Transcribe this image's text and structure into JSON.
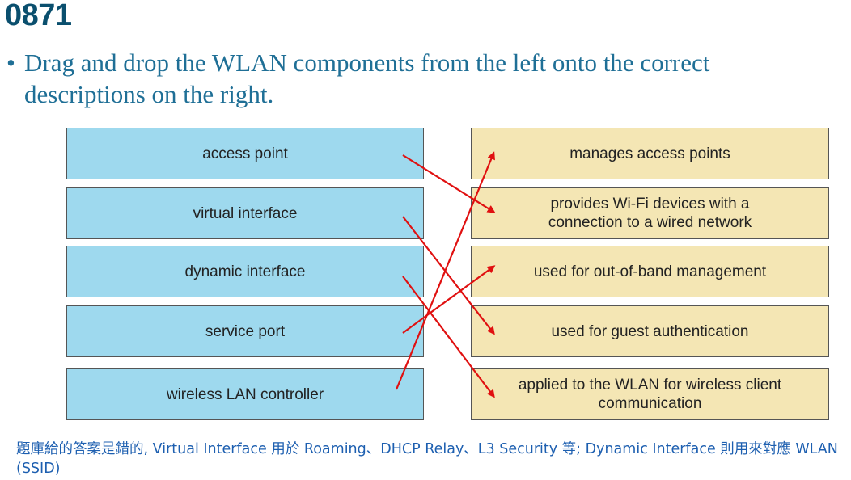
{
  "title": "0871",
  "instruction": {
    "bullet": "•",
    "text": "Drag and drop the WLAN components from the left onto the correct descriptions on the right."
  },
  "components": [
    {
      "label": "access point"
    },
    {
      "label": "virtual interface"
    },
    {
      "label": "dynamic interface"
    },
    {
      "label": "service port"
    },
    {
      "label": "wireless LAN controller"
    }
  ],
  "descriptions": [
    {
      "label": "manages access points"
    },
    {
      "label": "provides Wi-Fi devices with a connection to a wired network"
    },
    {
      "label": "used for out-of-band management"
    },
    {
      "label": "used for guest authentication"
    },
    {
      "label": "applied to the WLAN for wireless client communication"
    }
  ],
  "mappings": [
    {
      "from": "access point",
      "to": "provides Wi-Fi devices with a connection to a wired network"
    },
    {
      "from": "virtual interface",
      "to": "used for guest authentication"
    },
    {
      "from": "dynamic interface",
      "to": "applied to the WLAN for wireless client communication"
    },
    {
      "from": "service port",
      "to": "used for out-of-band management"
    },
    {
      "from": "wireless LAN controller",
      "to": "manages access points"
    }
  ],
  "note": "題庫給的答案是錯的, Virtual Interface 用於 Roaming、DHCP Relay、L3 Security 等; Dynamic Interface 則用來對應 WLAN (SSID)",
  "colors": {
    "title": "#0a4f6e",
    "instruction": "#1f6f96",
    "component_box": "#9ed9ee",
    "description_box": "#f4e6b4",
    "arrow": "#e01010",
    "note": "#1d5fb0"
  }
}
